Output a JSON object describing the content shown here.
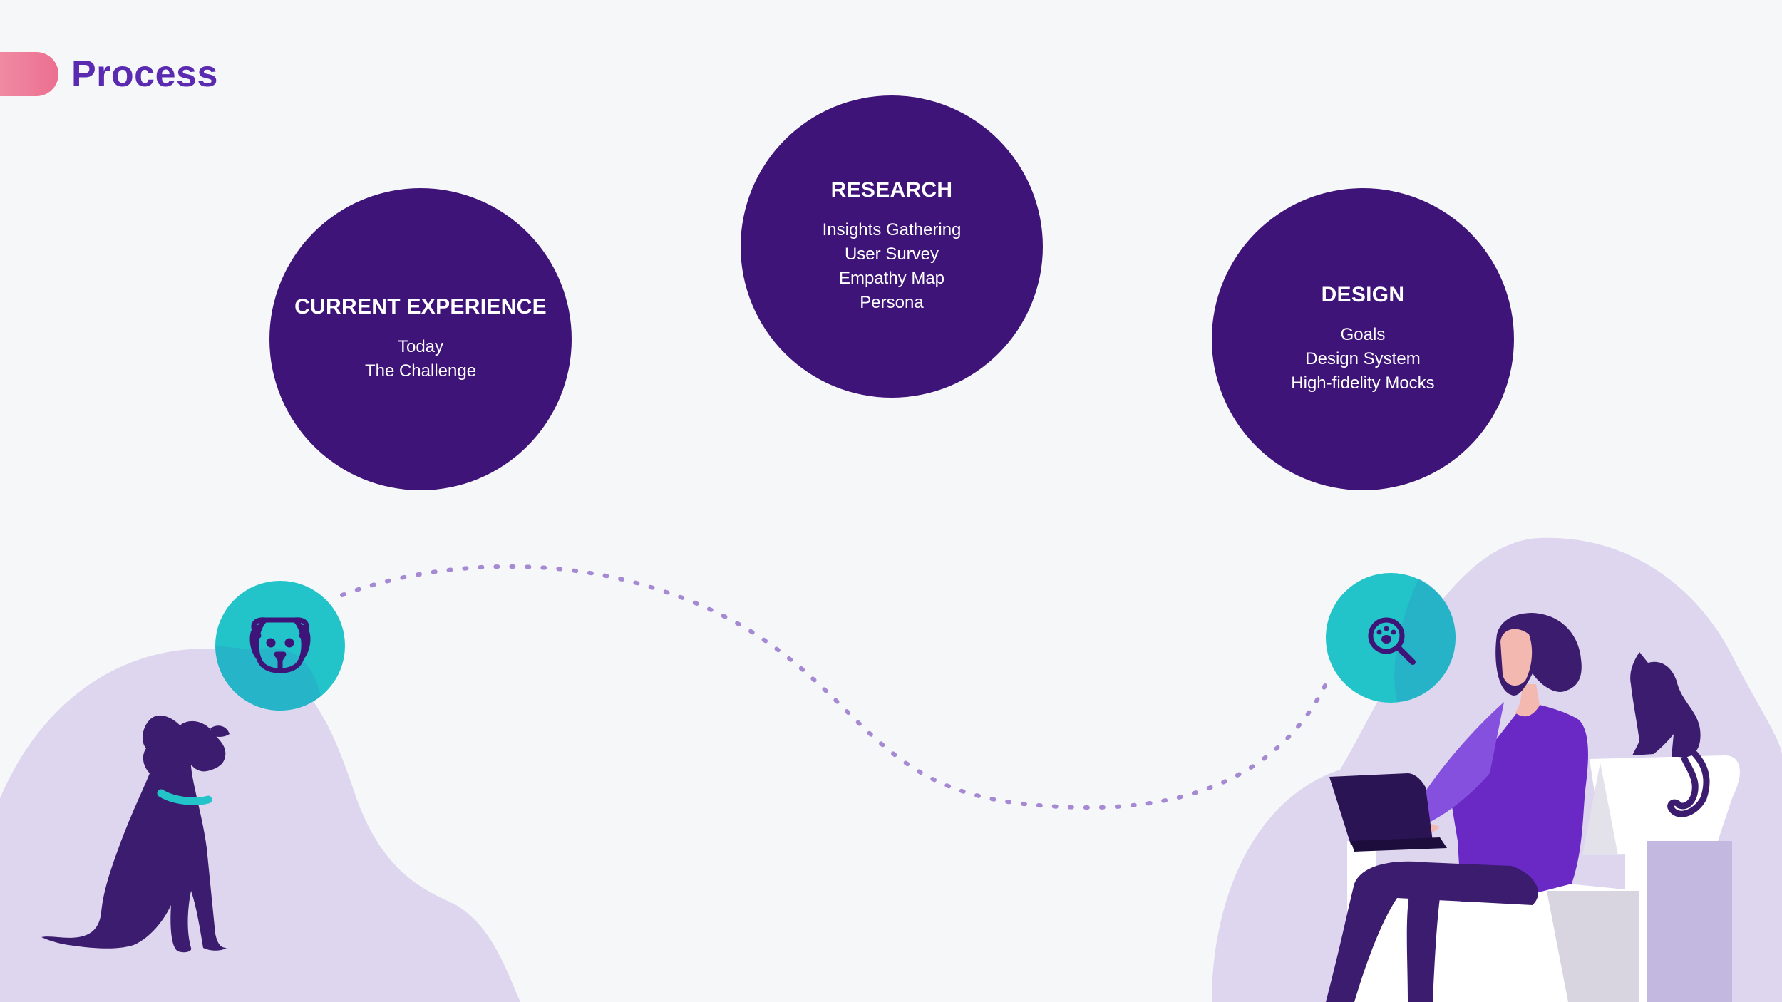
{
  "header": {
    "title": "Process"
  },
  "stages": [
    {
      "title": "CURRENT EXPERIENCE",
      "items": [
        "Today",
        "The Challenge"
      ]
    },
    {
      "title": "RESEARCH",
      "items": [
        "Insights Gathering",
        "User Survey",
        "Empathy Map",
        "Persona"
      ]
    },
    {
      "title": "DESIGN",
      "items": [
        "Goals",
        "Design System",
        "High-fidelity Mocks"
      ]
    }
  ],
  "icons": {
    "left_marker": "dog-face-icon",
    "right_marker": "paw-search-icon"
  },
  "colors": {
    "stage_fill": "#3f1478",
    "title_text": "#5a2ab0",
    "title_pill": "#ec6f90",
    "marker_fill": "#22c4c9",
    "dotted_path": "#a589d3",
    "blob": "#ddd6ee"
  }
}
